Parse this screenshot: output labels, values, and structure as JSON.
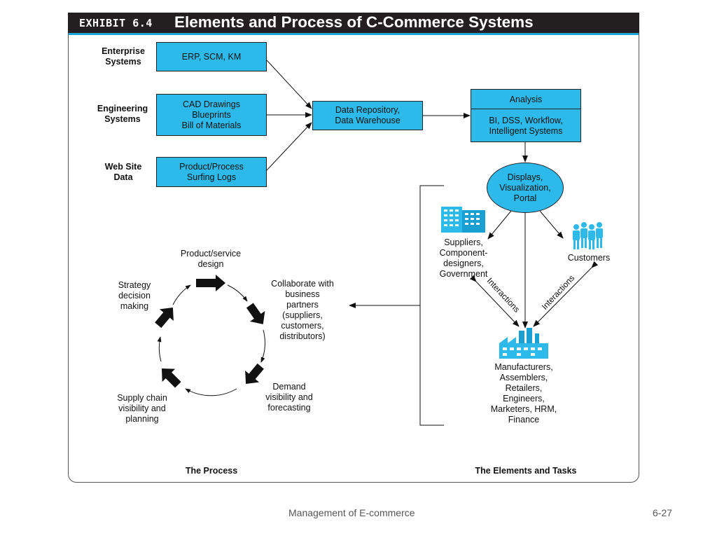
{
  "header": {
    "exhibit": "EXHIBIT 6.4",
    "title": "Elements and Process of C-Commerce Systems"
  },
  "sources": [
    {
      "label": "Enterprise\nSystems",
      "box": "ERP, SCM, KM"
    },
    {
      "label": "Engineering\nSystems",
      "box": "CAD Drawings\nBlueprints\nBill of Materials"
    },
    {
      "label": "Web Site\nData",
      "box": "Product/Process\nSurfing Logs"
    }
  ],
  "repository": "Data Repository,\nData Warehouse",
  "analysis": {
    "head": "Analysis",
    "body": "BI, DSS, Workflow,\nIntelligent Systems"
  },
  "displays": "Displays,\nVisualization,\nPortal",
  "elements": {
    "suppliers": "Suppliers,\nComponent-\ndesigners,\nGovernment",
    "customers": "Customers",
    "manufacturers": "Manufacturers,\nAssemblers,\nRetailers,\nEngineers,\nMarketers, HRM,\nFinance",
    "interactions_left": "Interactions",
    "interactions_right": "Interactions"
  },
  "process": {
    "steps": [
      "Product/service\ndesign",
      "Collaborate with\nbusiness\npartners\n(suppliers,\ncustomers,\ndistributors)",
      "Demand\nvisibility and\nforecasting",
      "Supply chain\nvisibility and\nplanning",
      "Strategy\ndecision\nmaking"
    ]
  },
  "captions": {
    "process": "The Process",
    "elements": "The Elements and Tasks"
  },
  "footer": {
    "course": "Management of E-commerce",
    "page": "6-27"
  },
  "colors": {
    "box_fill": "#2db9ea",
    "title_bar": "#231f20",
    "accent_rule": "#1ba3d6"
  }
}
